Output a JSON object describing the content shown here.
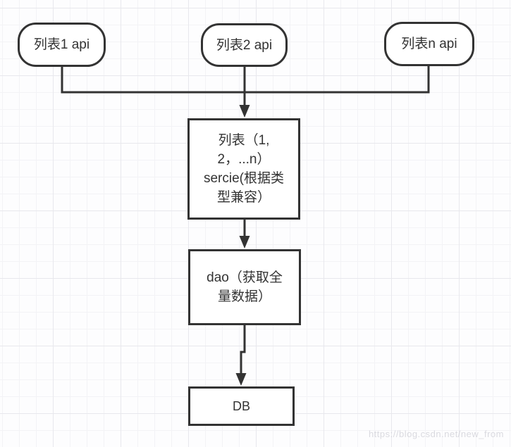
{
  "diagram": {
    "nodes": {
      "api1": {
        "label": "列表1 api"
      },
      "api2": {
        "label": "列表2 api"
      },
      "apin": {
        "label": "列表n api"
      },
      "service": {
        "label": "列表（1,\n2，...n）\nsercie(根据类\n型兼容）"
      },
      "dao": {
        "label": "dao（获取全\n量数据）"
      },
      "db": {
        "label": "DB"
      }
    },
    "watermark": "https://blog.csdn.net/new_from",
    "colors": {
      "stroke": "#333333",
      "text": "#333333",
      "node_fill": "#ffffff",
      "grid_minor": "#f3f3f6",
      "grid_major": "#e8e8ed",
      "background": "#fdfdfe"
    }
  }
}
